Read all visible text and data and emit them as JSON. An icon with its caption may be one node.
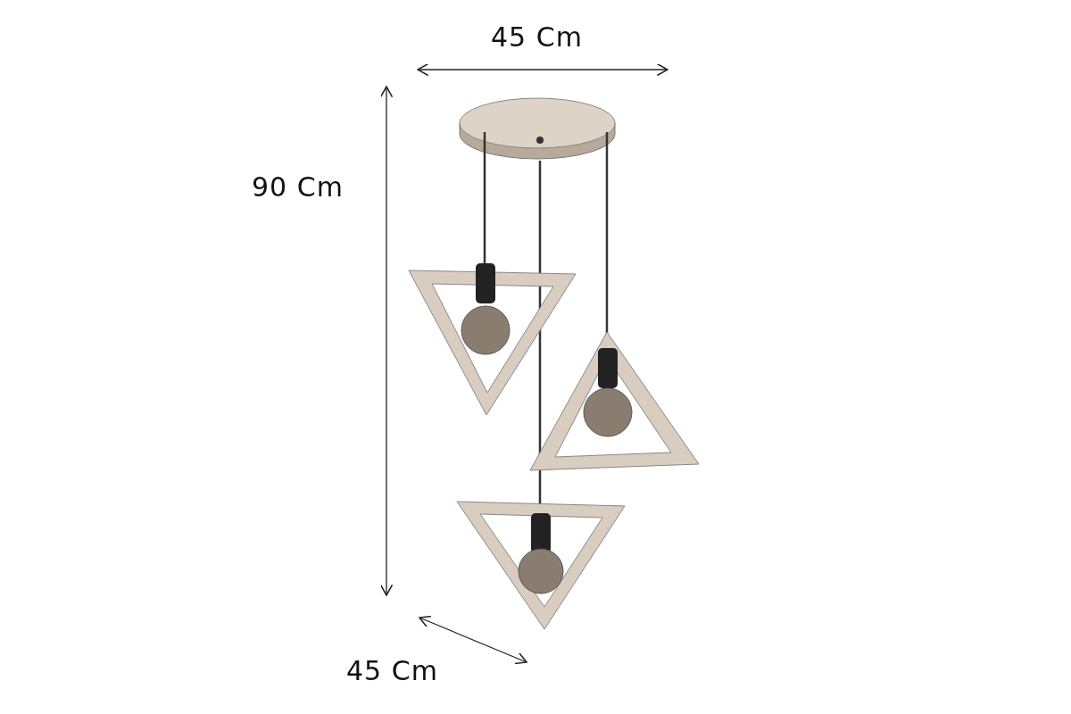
{
  "diagram": {
    "labels": [
      "45 Cm",
      "90 Cm",
      "45 Cm"
    ]
  }
}
